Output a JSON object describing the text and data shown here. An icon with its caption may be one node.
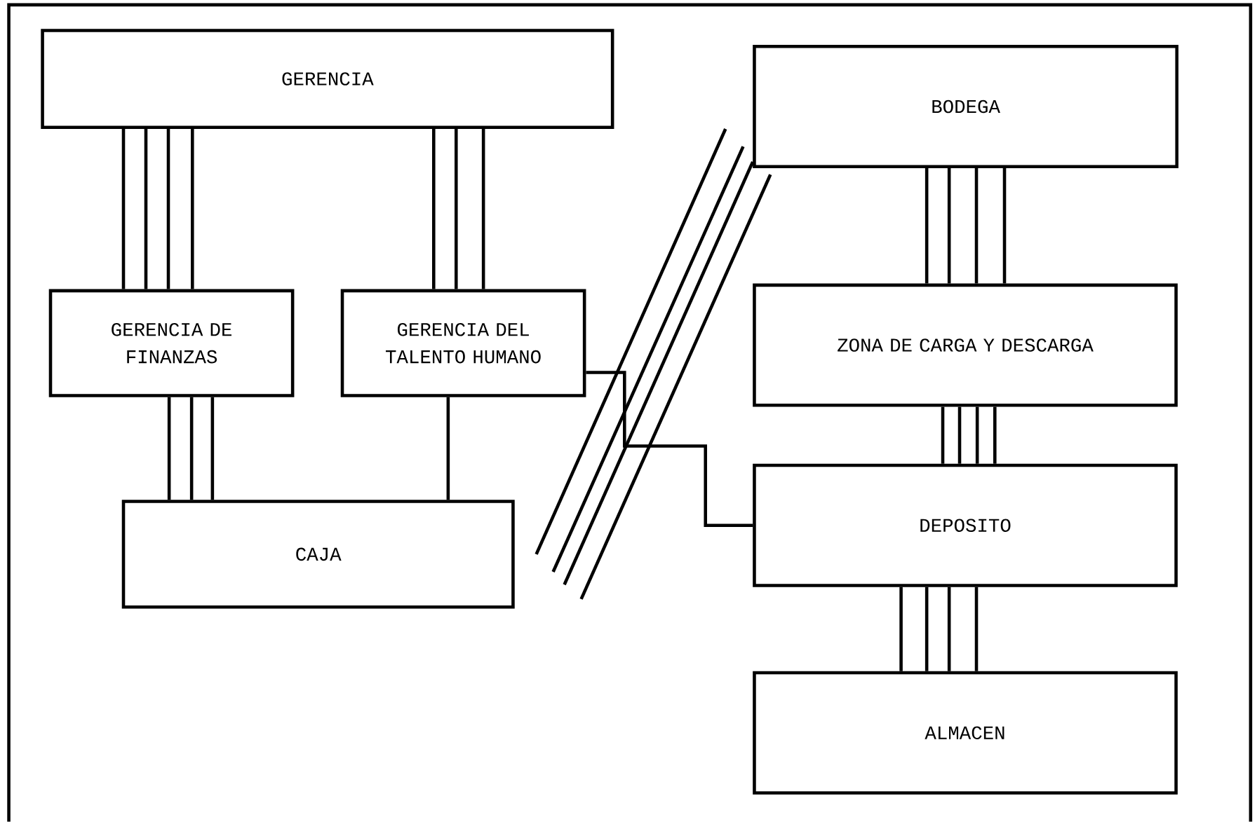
{
  "diagram": {
    "nodes": [
      {
        "text": [
          "GERENCIA"
        ]
      },
      {
        "text": [
          "GERENCIA DE FINANZAS"
        ]
      },
      {
        "text": [
          "GERENCIA DEL TALENTO HUMANO"
        ]
      },
      {
        "text": [
          "CAJA"
        ]
      },
      {
        "text": [
          "BODEGA"
        ]
      },
      {
        "text": [
          "ZONA DE CARGA Y DESCARGA"
        ]
      },
      {
        "text": [
          "DEPOSITO"
        ]
      },
      {
        "text": [
          "ALMACEN"
        ]
      }
    ],
    "edges": [
      {
        "from": 0,
        "to": 1,
        "arrow": "none"
      },
      {
        "from": 0,
        "to": 1,
        "arrow": "none"
      },
      {
        "from": 0,
        "to": 1,
        "arrow": "none"
      },
      {
        "from": 0,
        "to": 1,
        "arrow": "none"
      },
      {
        "from": 0,
        "to": 2,
        "arrow": "none"
      },
      {
        "from": 0,
        "to": 2,
        "arrow": "none"
      },
      {
        "from": 0,
        "to": 2,
        "arrow": "none"
      },
      {
        "from": 1,
        "to": 3,
        "arrow": "none"
      },
      {
        "from": 1,
        "to": 3,
        "arrow": "none"
      },
      {
        "from": 1,
        "to": 3,
        "arrow": "none"
      },
      {
        "from": 2,
        "to": 3,
        "arrow": "none"
      },
      {
        "from": 3,
        "to": 4,
        "arrow": "none"
      },
      {
        "from": 3,
        "to": 4,
        "arrow": "none"
      },
      {
        "from": 3,
        "to": 4,
        "arrow": "none"
      },
      {
        "from": 3,
        "to": 4,
        "arrow": "none"
      },
      {
        "from": 2,
        "to": 6,
        "arrow": "none"
      },
      {
        "from": 4,
        "to": 5,
        "arrow": "none"
      },
      {
        "from": 4,
        "to": 5,
        "arrow": "none"
      },
      {
        "from": 4,
        "to": 5,
        "arrow": "none"
      },
      {
        "from": 4,
        "to": 5,
        "arrow": "none"
      },
      {
        "from": 5,
        "to": 6,
        "arrow": "none"
      },
      {
        "from": 5,
        "to": 6,
        "arrow": "none"
      },
      {
        "from": 5,
        "to": 6,
        "arrow": "none"
      },
      {
        "from": 5,
        "to": 6,
        "arrow": "none"
      },
      {
        "from": 6,
        "to": 7,
        "arrow": "none"
      },
      {
        "from": 6,
        "to": 7,
        "arrow": "none"
      },
      {
        "from": 6,
        "to": 7,
        "arrow": "none"
      },
      {
        "from": 6,
        "to": 7,
        "arrow": "none"
      }
    ]
  }
}
